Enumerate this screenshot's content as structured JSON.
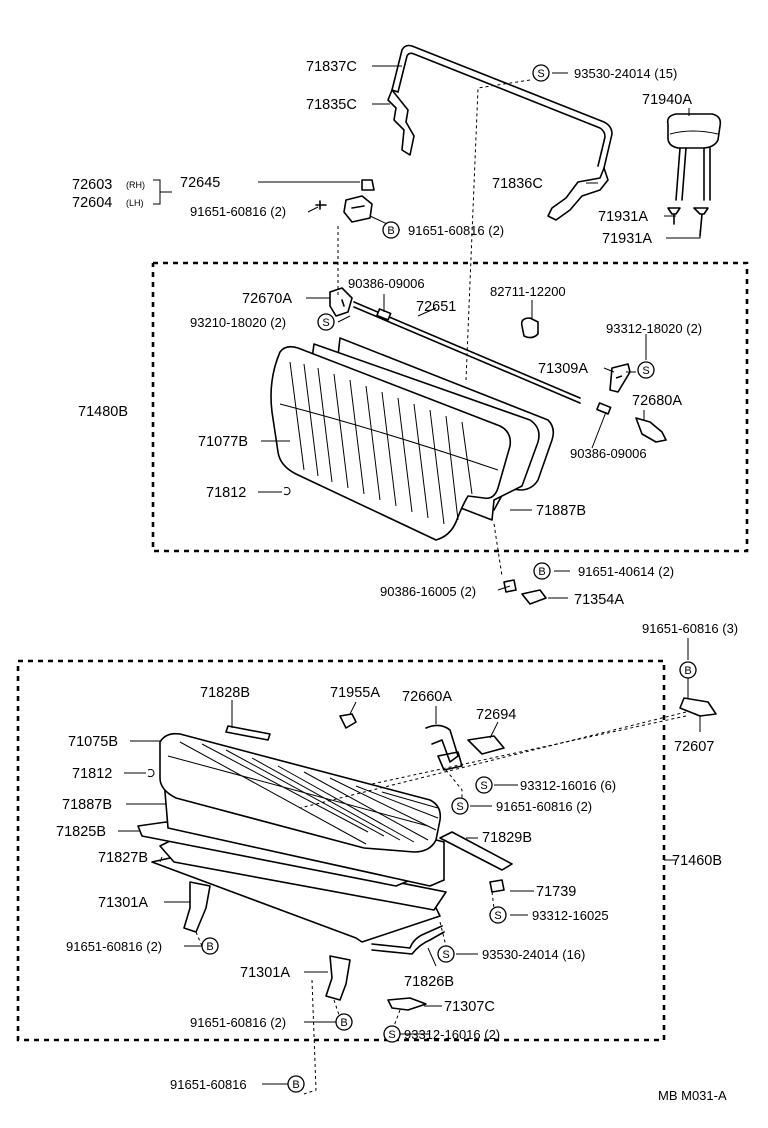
{
  "diagram_code": "MB  M031-A",
  "markers": {
    "s": "S",
    "b": "B"
  },
  "labels": {
    "p71837C": "71837C",
    "p71835C": "71835C",
    "p93530_24014_15": "93530-24014 (15)",
    "p71940A": "71940A",
    "p72603": "72603",
    "rh": "(RH)",
    "p72604": "72604",
    "lh": "(LH)",
    "p72645": "72645",
    "p71836C": "71836C",
    "p91651_60816_2a": "91651-60816 (2)",
    "p91651_60816_2b": "91651-60816 (2)",
    "p71931A_1": "71931A",
    "p71931A_2": "71931A",
    "p72670A": "72670A",
    "p90386_09006a": "90386-09006",
    "p72651": "72651",
    "p82711_12200": "82711-12200",
    "p93210_18020_2": "93210-18020 (2)",
    "p93312_18020_2": "93312-18020 (2)",
    "p71309A": "71309A",
    "p71480B": "71480B",
    "p72680A": "72680A",
    "p71077B": "71077B",
    "p90386_09006b": "90386-09006",
    "p71812a": "71812",
    "p71887Ba": "71887B",
    "p91651_40614_2": "91651-40614 (2)",
    "p90386_16005_2": "90386-16005 (2)",
    "p71354A": "71354A",
    "p91651_60816_3": "91651-60816 (3)",
    "p71828B": "71828B",
    "p71955A": "71955A",
    "p72660A": "72660A",
    "p72694": "72694",
    "p71075B": "71075B",
    "p72607": "72607",
    "p71812b": "71812",
    "p93312_16016_6": "93312-16016 (6)",
    "p71887Bb": "71887B",
    "p91651_60816_2c": "91651-60816 (2)",
    "p71825B": "71825B",
    "p71829B": "71829B",
    "p71827B": "71827B",
    "p71460B": "71460B",
    "p71739": "71739",
    "p71301A_1": "71301A",
    "p93312_16025": "93312-16025",
    "p91651_60816_2d": "91651-60816 (2)",
    "p93530_24014_16": "93530-24014 (16)",
    "p71826B": "71826B",
    "p71301A_2": "71301A",
    "p71307C": "71307C",
    "p91651_60816_2e": "91651-60816 (2)",
    "p93312_16016_2": "93312-16016 (2)",
    "p91651_60816": "91651-60816"
  }
}
